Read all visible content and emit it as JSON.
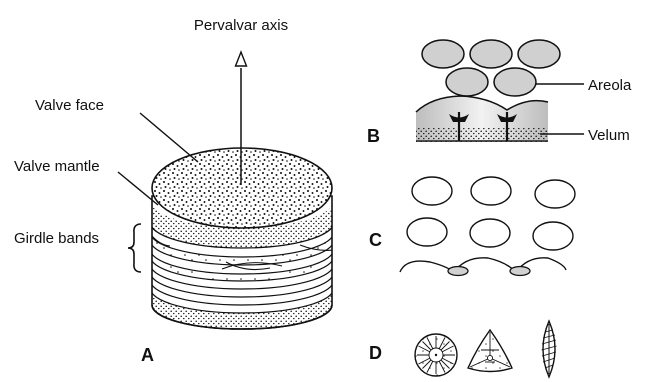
{
  "labels": {
    "pervalvar_axis": "Pervalvar axis",
    "valve_face": "Valve face",
    "valve_mantle": "Valve mantle",
    "girdle_bands": "Girdle bands",
    "areola": "Areola",
    "velum": "Velum"
  },
  "panels": {
    "a": "A",
    "b": "B",
    "c": "C",
    "d": "D"
  },
  "colors": {
    "ink": "#111111",
    "areola_fill": "#d0d0d0",
    "background": "#ffffff"
  }
}
